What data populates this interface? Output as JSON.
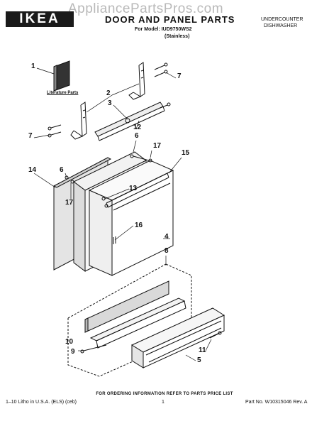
{
  "header": {
    "brand_logo": "IKEA",
    "watermark": "AppliancePartsPros.com",
    "title": "DOOR AND PANEL PARTS",
    "model_line": "For Model: IUD9750WS2",
    "finish": "(Stainless)",
    "category_line1": "UNDERCOUNTER",
    "category_line2": "DISHWASHER"
  },
  "diagram": {
    "literature_label": "Literature Parts",
    "callouts": [
      "1",
      "2",
      "3",
      "7",
      "7",
      "12",
      "6",
      "17",
      "15",
      "14",
      "6",
      "17",
      "13",
      "16",
      "4",
      "8",
      "10",
      "9",
      "11",
      "5"
    ]
  },
  "footer": {
    "ordering_note": "FOR ORDERING INFORMATION REFER TO PARTS PRICE LIST",
    "litho": "1–10 Litho in U.S.A. (ELS) (ceb)",
    "page": "1",
    "part_no": "Part No. W10315046 Rev. A"
  }
}
